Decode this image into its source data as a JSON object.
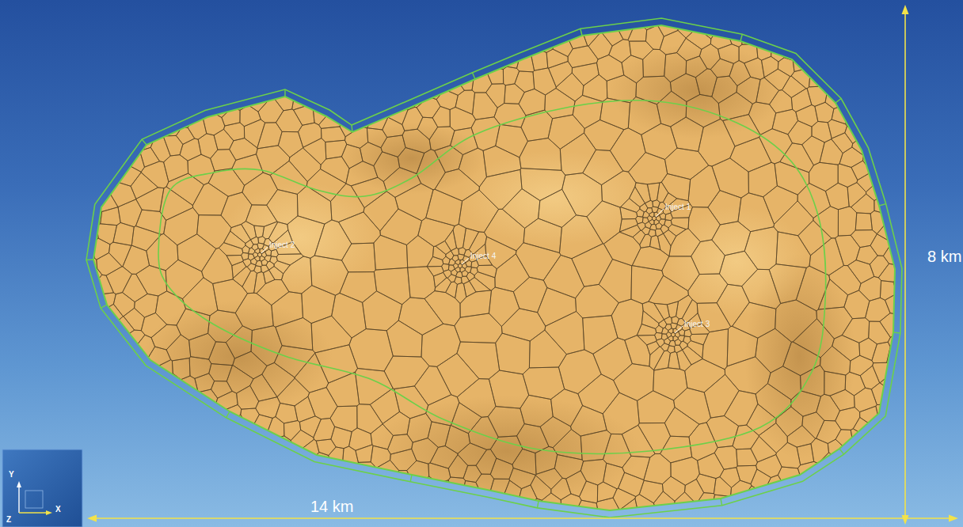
{
  "diagram": {
    "labels": [
      "Inject 1",
      "Inject 2",
      "Inject 4",
      "Inject 3",
      "8 km",
      "Y",
      "Z",
      "X",
      "14 km"
    ]
  }
}
